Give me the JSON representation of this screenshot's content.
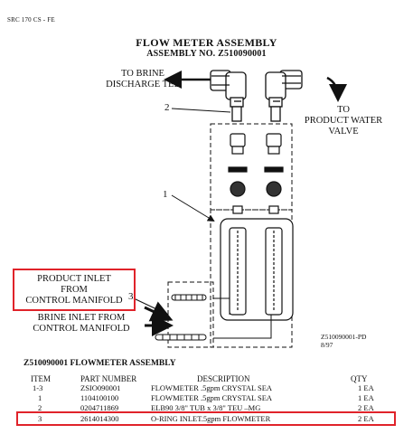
{
  "header": {
    "doc_id": "SRC 170 CS - FE",
    "title": "FLOW METER ASSEMBLY",
    "subtitle": "ASSEMBLY NO. Z510090001"
  },
  "diagram": {
    "label_brine_tee": [
      "TO BRINE",
      "DISCHARGE TEE"
    ],
    "label_product_valve": [
      "TO",
      "PRODUCT WATER",
      "VALVE"
    ],
    "label_product_inlet": [
      "PRODUCT INLET",
      "FROM",
      "CONTROL MANIFOLD"
    ],
    "label_brine_inlet": [
      "BRINE INLET FROM",
      "CONTROL MANIFOLD"
    ],
    "callout_1": "1",
    "callout_2": "2",
    "callout_3": "3",
    "revision": [
      "Z510090001-PD",
      "8/97"
    ],
    "highlight_color": "#e0232a"
  },
  "parts_table": {
    "title": "Z510090001 FLOWMETER ASSEMBLY",
    "headers": [
      "ITEM",
      "PART NUMBER",
      "DESCRIPTION",
      "QTY"
    ],
    "rows": [
      [
        "1-3",
        "ZSIO090001",
        "FLOWMETER .5gpm CRYSTAL SEA",
        "1 EA"
      ],
      [
        "1",
        "1104100100",
        "FLOWMETER .5gpm CRYSTAL SEA",
        "1 EA"
      ],
      [
        "2",
        "0204711869",
        "ELB90 3/8\" TUB x 3/8\" TEU –MG",
        "2 EA"
      ],
      [
        "3",
        "2614014300",
        "O-RING INLET.5gpm FLOWMETER",
        "2 EA"
      ]
    ]
  }
}
